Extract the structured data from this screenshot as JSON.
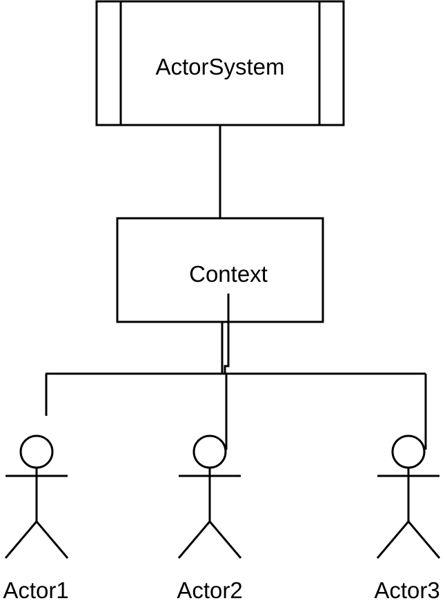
{
  "diagram": {
    "actor_system": {
      "label": "ActorSystem"
    },
    "context": {
      "label": "Context"
    },
    "actors": [
      {
        "label": "Actor1"
      },
      {
        "label": "Actor2"
      },
      {
        "label": "Actor3"
      }
    ]
  },
  "colors": {
    "stroke": "#000000",
    "background": "#ffffff"
  }
}
